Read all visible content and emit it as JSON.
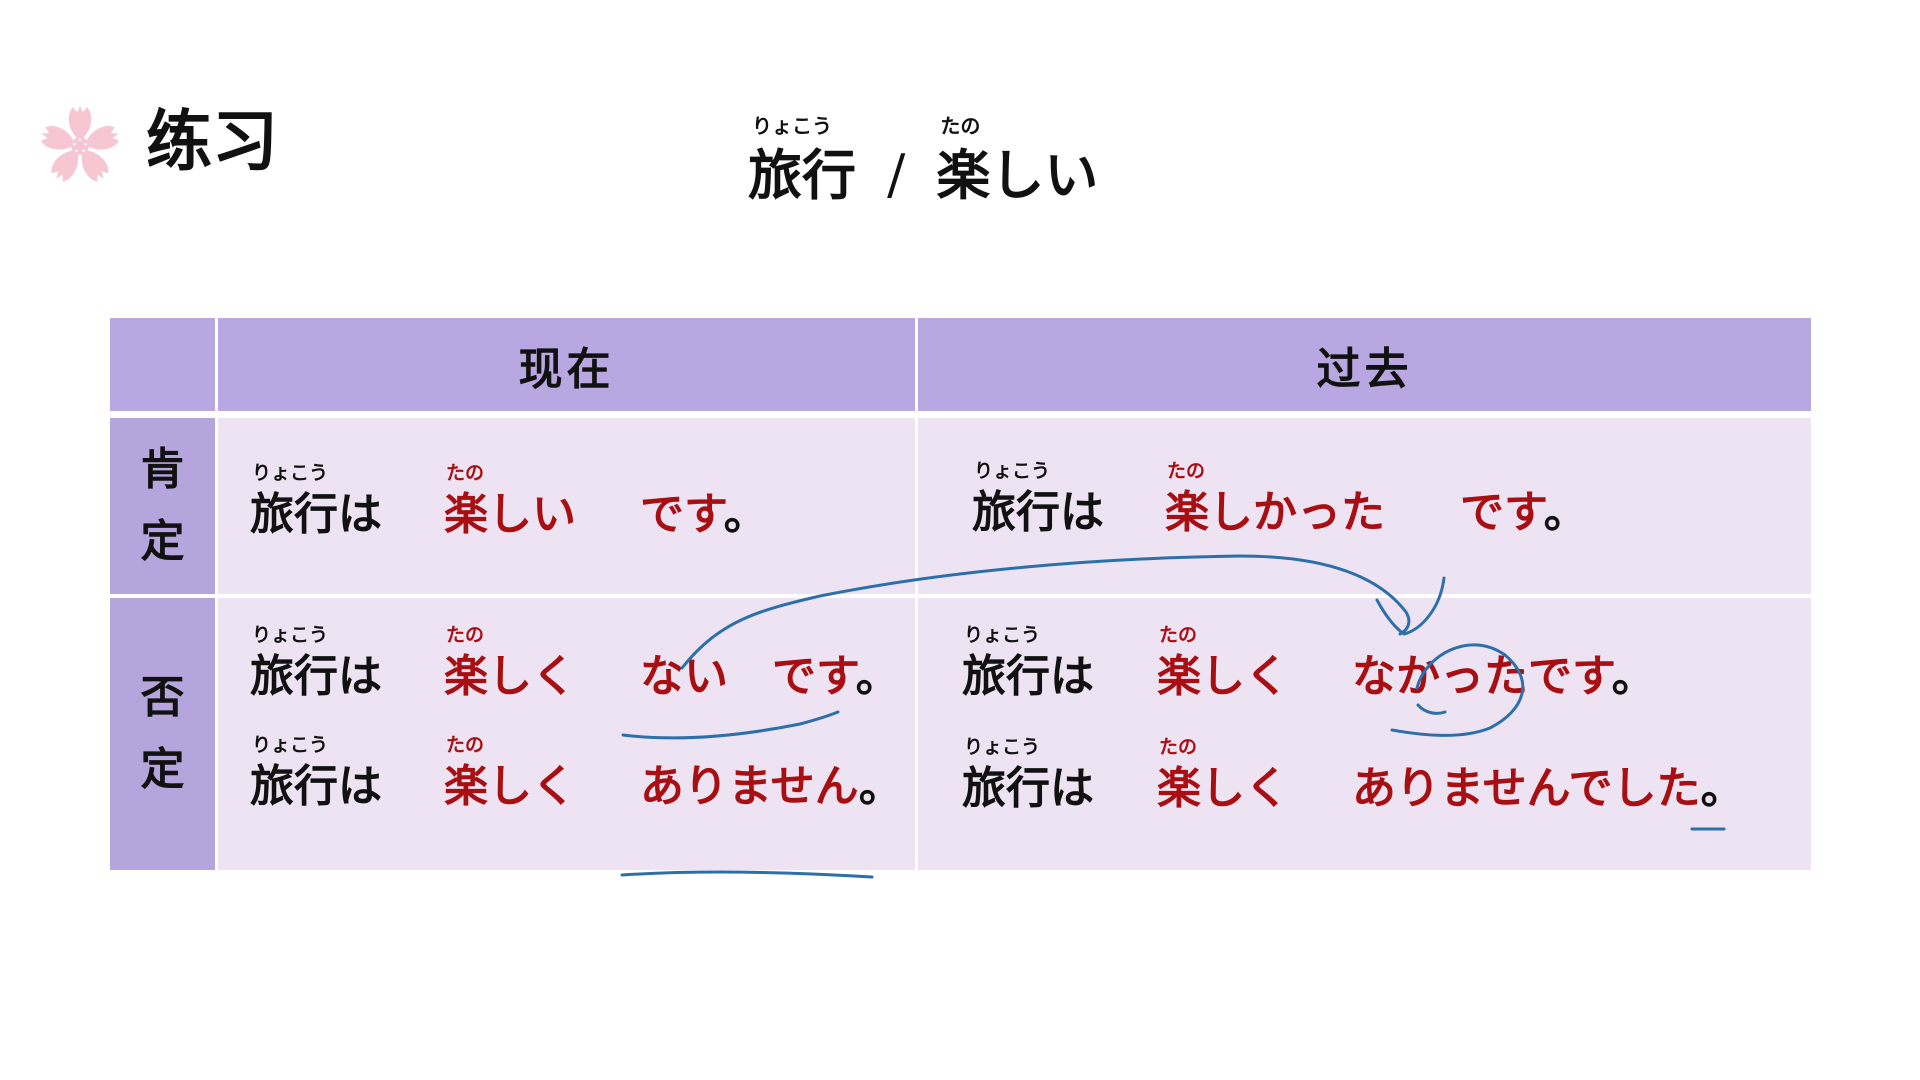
{
  "slide": {
    "title": "练习",
    "icon": "sakura-flower-icon",
    "heading": {
      "word1": {
        "kanji": "旅行",
        "reading": "りょこう"
      },
      "separator": "/",
      "word2": {
        "kanji": "楽",
        "okurigana": "しい",
        "reading": "たの"
      }
    }
  },
  "colors": {
    "header_bg": "#b8a7e0",
    "row_label_bg": "#b4a5dc",
    "body_bg": "#ede3f3",
    "accent_red": "#a80f12",
    "annotation_blue": "#2d6fa8"
  },
  "table": {
    "columns": [
      "现在",
      "过去"
    ],
    "rows": [
      {
        "label_chars": [
          "肯",
          "定"
        ],
        "present": [
          {
            "subject": "旅行は",
            "subject_reading": "りょこう",
            "adj": "楽しい",
            "adj_reading": "たの",
            "ending": "です",
            "period": "。"
          }
        ],
        "past": [
          {
            "subject": "旅行は",
            "subject_reading": "りょこう",
            "adj": "楽しかった",
            "adj_reading": "たの",
            "ending": "です",
            "period": "。"
          }
        ]
      },
      {
        "label_chars": [
          "否",
          "定"
        ],
        "present": [
          {
            "subject": "旅行は",
            "subject_reading": "りょこう",
            "adj": "楽しく",
            "adj_reading": "たの",
            "neg": "ない",
            "ending": "です",
            "period": "。"
          },
          {
            "subject": "旅行は",
            "subject_reading": "りょこう",
            "adj": "楽しく",
            "adj_reading": "たの",
            "ending": "ありません",
            "period": "。"
          }
        ],
        "past": [
          {
            "subject": "旅行は",
            "subject_reading": "りょこう",
            "adj": "楽しく",
            "adj_reading": "たの",
            "ending": "なかったです",
            "period": "。"
          },
          {
            "subject": "旅行は",
            "subject_reading": "りょこう",
            "adj": "楽しく",
            "adj_reading": "たの",
            "ending": "ありませんでした",
            "period": "。"
          }
        ]
      }
    ]
  }
}
